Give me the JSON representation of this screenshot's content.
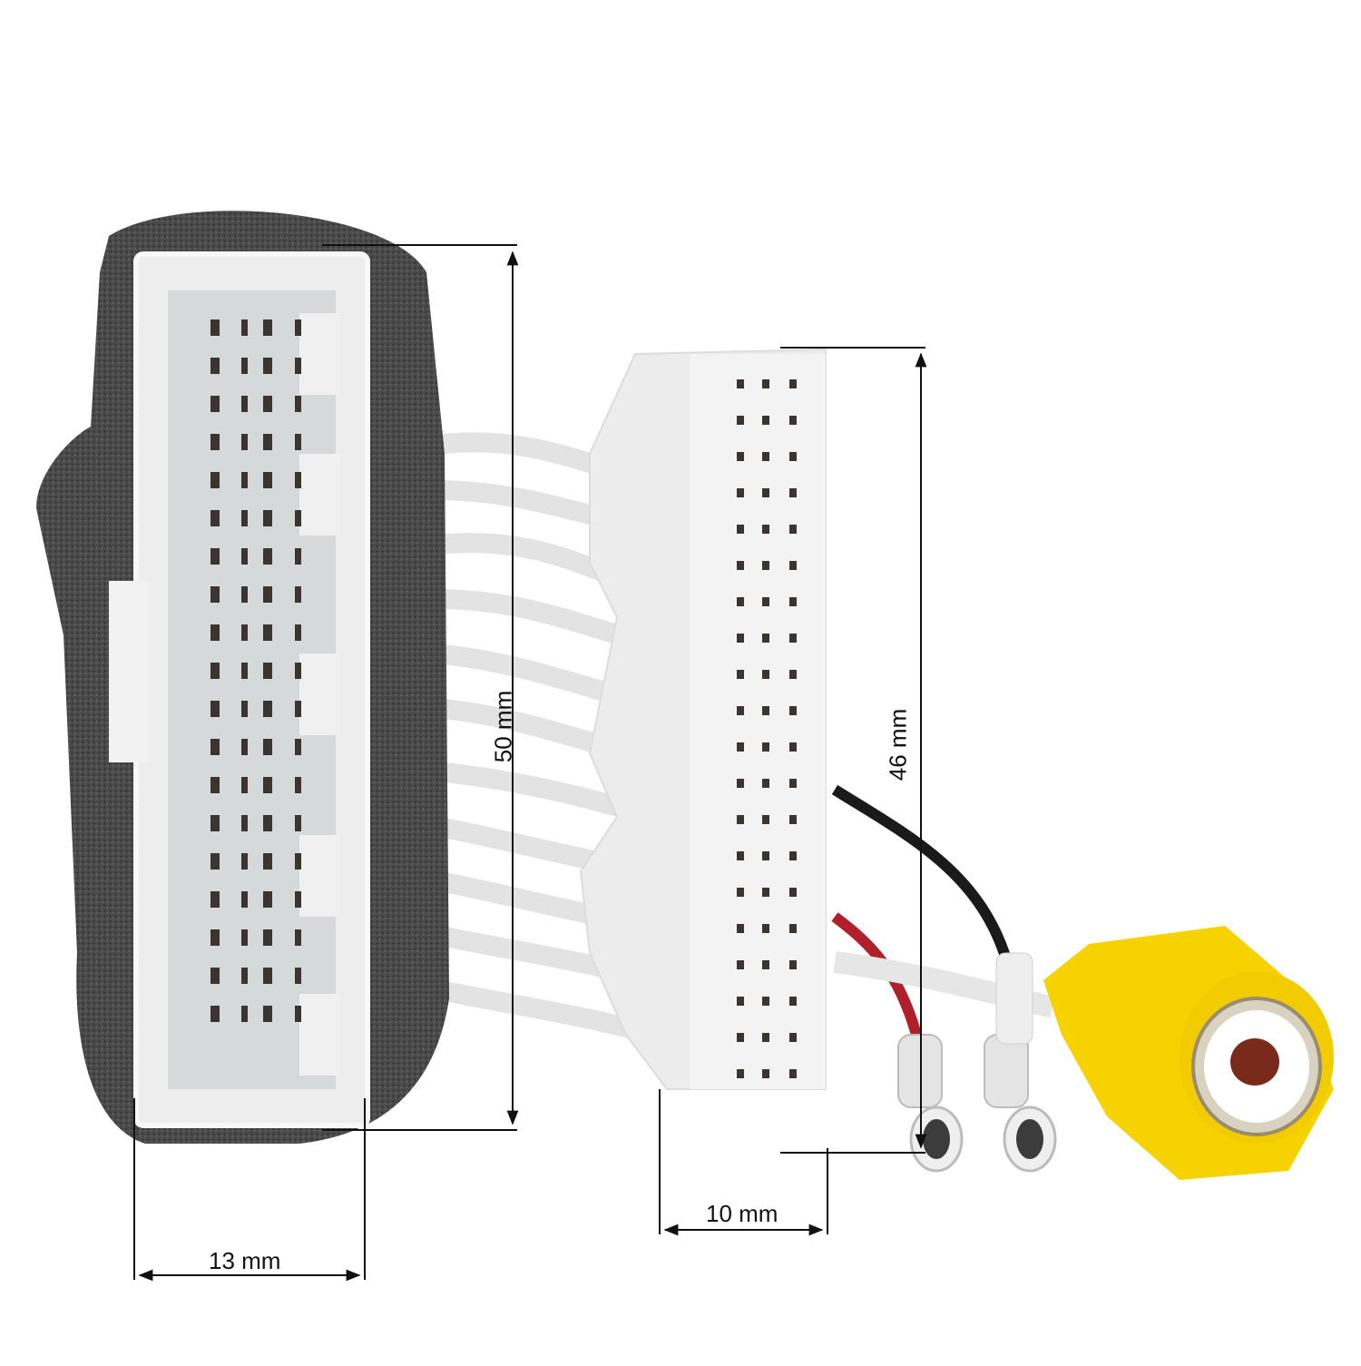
{
  "image": {
    "subject": "wiring harness adapter with two multi-pin connectors, power leads and yellow RCA jack",
    "background": "#ffffff"
  },
  "dimensions": {
    "left_connector_height": "50 mm",
    "left_connector_width": "13 mm",
    "right_connector_height": "46 mm",
    "right_connector_width": "10 mm"
  },
  "colors": {
    "foam": "#4a4a4a",
    "connector_housing": "#e8eaea",
    "connector_inner": "#d4d7d8",
    "pin_hole": "#3a3530",
    "wire": "#e6e6e6",
    "rca_yellow": "#f5d200",
    "rca_center": "#7a2a1a",
    "red_wire": "#b0202a",
    "black_wire": "#1a1a1a",
    "dimension_line": "#111111"
  }
}
